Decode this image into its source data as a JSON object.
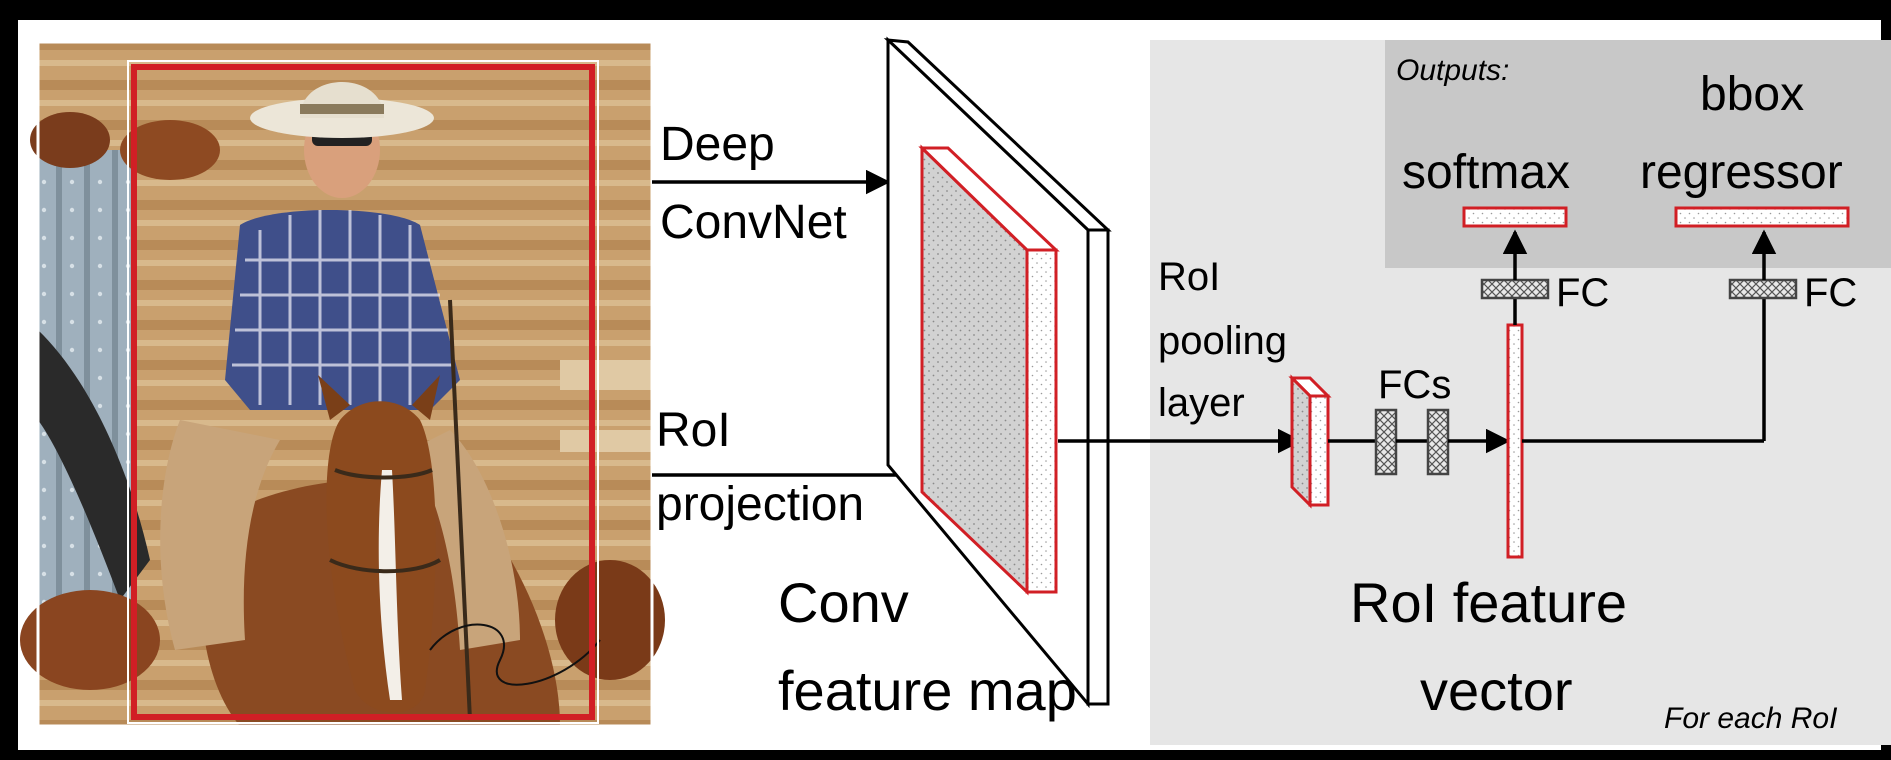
{
  "labels": {
    "deep_line1": "Deep",
    "deep_line2": "ConvNet",
    "roi_proj_line1": "RoI",
    "roi_proj_line2": "projection",
    "conv_line1": "Conv",
    "conv_line2": "feature map",
    "roi_pool_line1": "RoI",
    "roi_pool_line2": "pooling",
    "roi_pool_line3": "layer",
    "fcs": "FCs",
    "fc_left": "FC",
    "fc_right": "FC",
    "outputs": "Outputs:",
    "softmax": "softmax",
    "bbox_line1": "bbox",
    "bbox_line2": "regressor",
    "roi_vec_line1": "RoI feature",
    "roi_vec_line2": "vector",
    "for_each": "For each RoI"
  },
  "colors": {
    "background": "#000000",
    "canvas": "#ffffff",
    "panel": "#e6e6e6",
    "outputs_panel": "#c8c8c8",
    "roi_red": "#d11f25",
    "feature_gray": "#c9c9c9",
    "photo_wood": "#c9a06e",
    "horse": "#8a4a22"
  },
  "photo": {
    "description_icon": "photo-cowboy-on-horse"
  }
}
